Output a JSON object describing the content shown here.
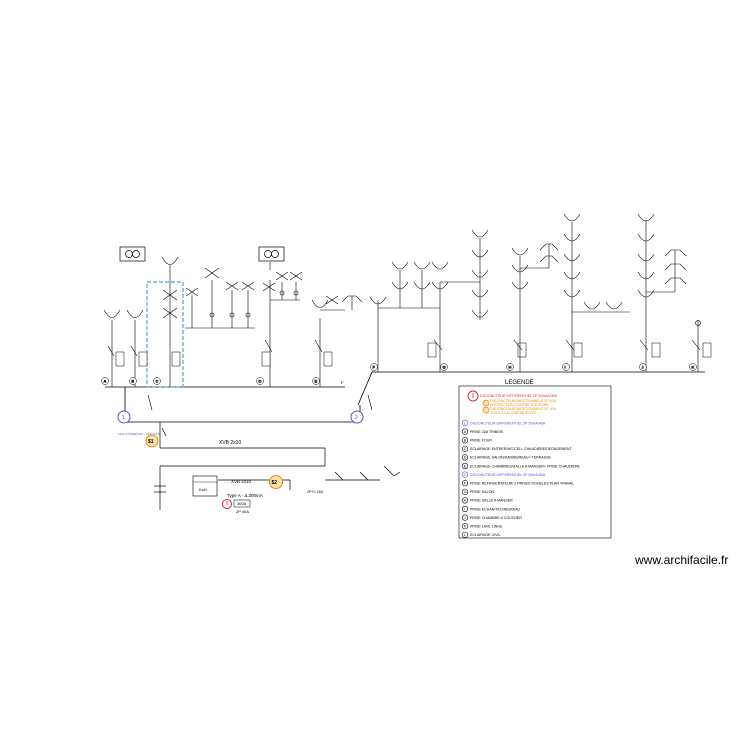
{
  "watermark": "www.archifacile.fr",
  "legend": {
    "title": "LEGENDE",
    "top_items": [
      {
        "text": "DISJONCTEUR DIFFERENTIEL 2P 500mA/40A",
        "color": "#e8262a"
      },
      {
        "text": "DISJONCTEUR BIOCTIONNELS 2P 63A",
        "color": "#f08a00"
      },
      {
        "text": "PROTECTION CONTRE COUPURE",
        "color": "#f08a00"
      },
      {
        "text": "DISJONCTEUR BIOCTIONNELS 2P 40A",
        "color": "#f08a00"
      },
      {
        "text": "TOILE A LA CONTINUE/VEE",
        "color": "#f08a00"
      }
    ],
    "items": [
      {
        "marker": "1",
        "text": "DISJONCTEUR DIFFERENTIEL 2P 30mA/40A",
        "color": "#5b4fd1"
      },
      {
        "marker": "A",
        "text": "PRISE 32A TRIBOIS",
        "color": "#000000"
      },
      {
        "marker": "B",
        "text": "PRISE FOUR",
        "color": "#000000"
      },
      {
        "marker": "C",
        "text": "ECLAIRAGE ENTREE/WC/CELL CHAUDIERE/DEGAGEMENT",
        "color": "#000000"
      },
      {
        "marker": "D",
        "text": "ECLAIRAGE SALON/SAM/BUREAU+ TERRASSE",
        "color": "#000000"
      },
      {
        "marker": "E",
        "text": "ECLAIRAGE CHAMBRES/SALLE A MANGER+ PRISE CHAUDIERE",
        "color": "#000000"
      },
      {
        "marker": "2",
        "text": "DISJONCTEUR DIFFERENTIEL 2P 30mA/40A",
        "color": "#5b4fd1"
      },
      {
        "marker": "F",
        "text": "PRISE REFRIGERATEUR/ 2 PRISES DOUBLES PLAN TRAVAIL",
        "color": "#000000"
      },
      {
        "marker": "G",
        "text": "PRISE SALON",
        "color": "#000000"
      },
      {
        "marker": "H",
        "text": "PRISE SALLE A MANGER",
        "color": "#000000"
      },
      {
        "marker": "I",
        "text": "PRISE ECHAN/TECHBUREAU",
        "color": "#000000"
      },
      {
        "marker": "J",
        "text": "PRISE CHAMBRE A COUCHER",
        "color": "#000000"
      },
      {
        "marker": "K",
        "text": "PRISE LAVE LINGE",
        "color": "#000000"
      },
      {
        "marker": "L",
        "text": "ECLAIRAGE  CIVIL",
        "color": "#000000"
      }
    ]
  },
  "diagram": {
    "circuit_letters": [
      "A",
      "B",
      "C",
      "D",
      "E",
      "F",
      "G",
      "H",
      "I",
      "J",
      "K"
    ],
    "breaker_labels": {
      "one": "1",
      "two": "2",
      "s1": "$1",
      "s2": "$2"
    },
    "cable_label_main": "XVB 2x10",
    "cable_label_meter": "XVB 2x10",
    "meter_label": "Kwh",
    "diff_type_label": "Type A - Δ 300mA",
    "rating_box": "300A",
    "rating_sub": "2P  40A",
    "feed_label": "F",
    "small_label_left": "FILE CONNEXION - 16A/2x2.5",
    "switch_label_right": "2P+C 16A"
  },
  "colors": {
    "purple": "#5b4fd1",
    "red": "#e8262a",
    "orange": "#f08a00",
    "dashed_blue": "#4aa3d9",
    "line": "#000000"
  }
}
